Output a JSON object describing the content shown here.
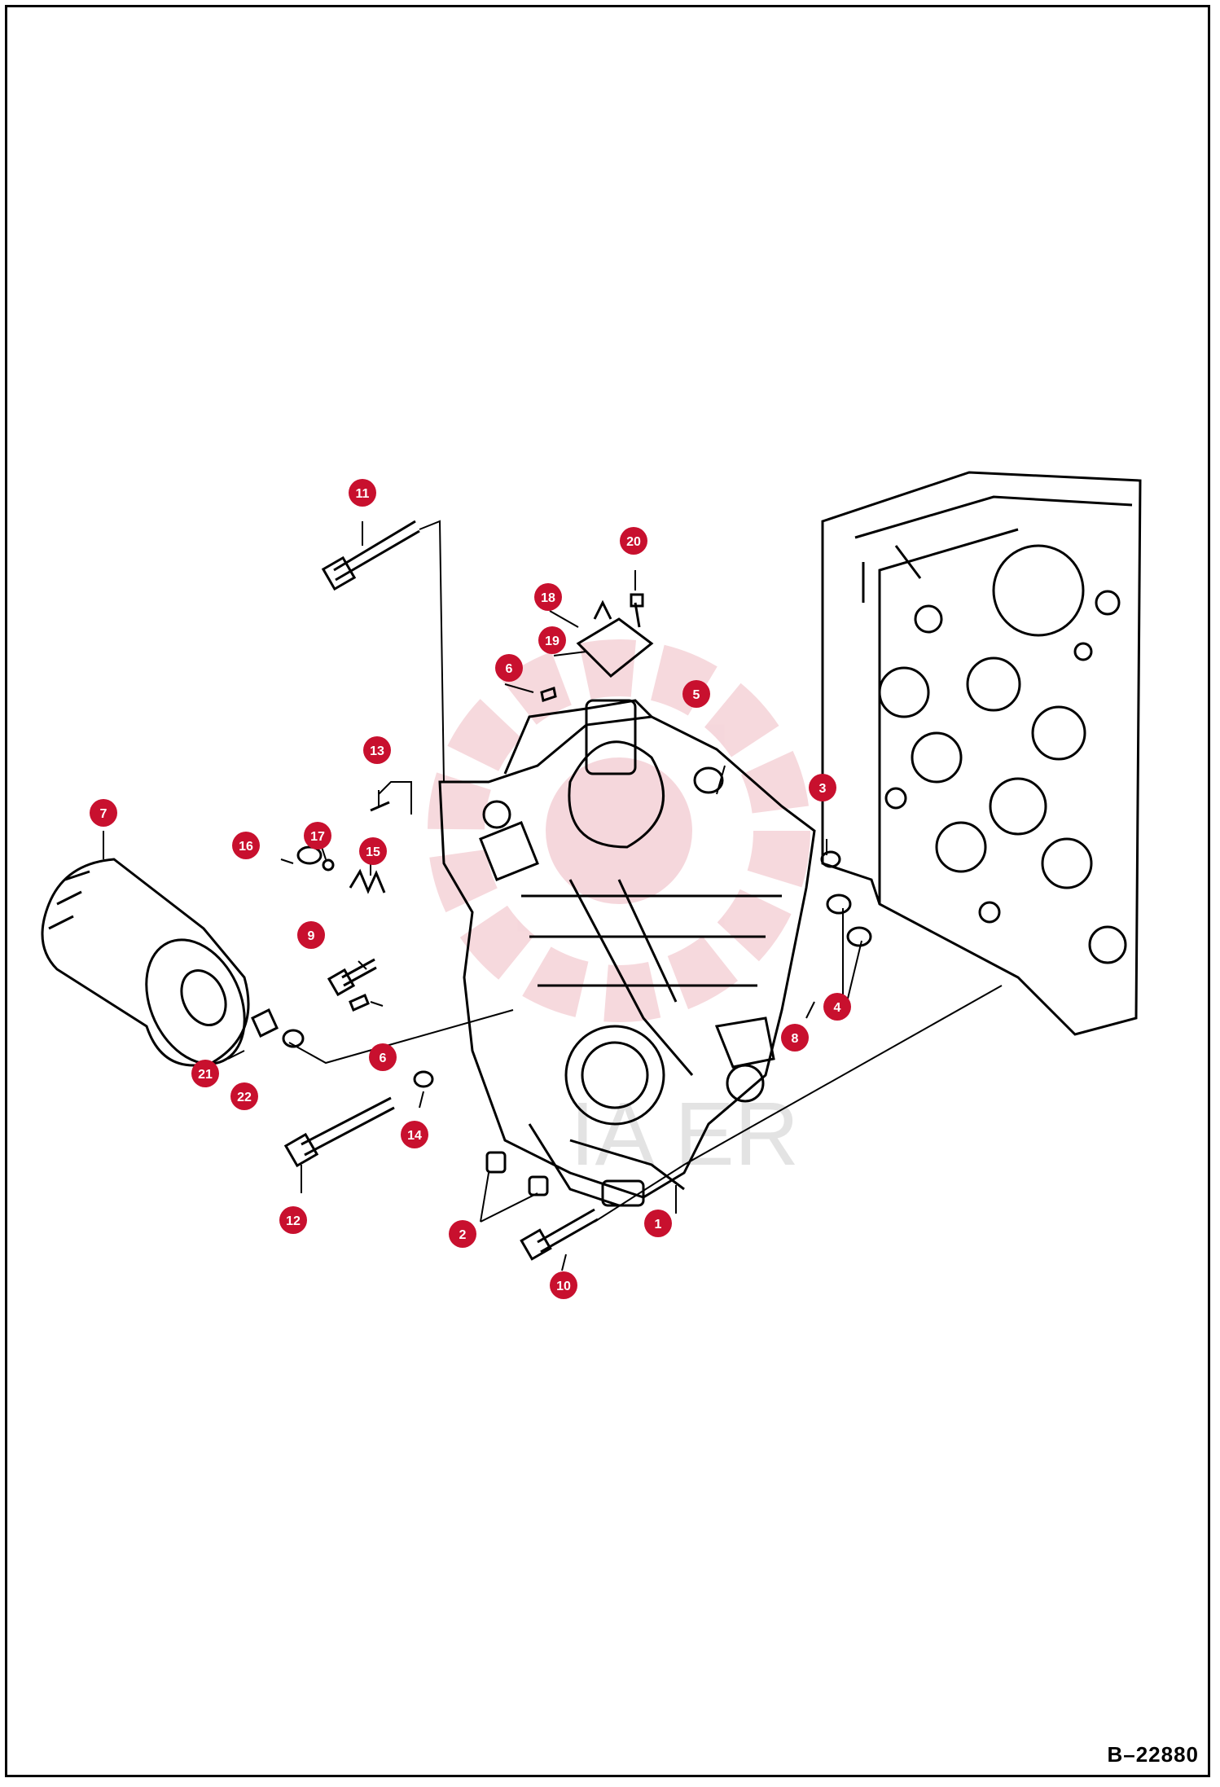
{
  "diagram": {
    "reference_code": "B–22880",
    "watermark_text": "IA ER",
    "callout_color": "#c8102e",
    "callouts": [
      "1",
      "2",
      "3",
      "4",
      "5",
      "6",
      "6",
      "7",
      "8",
      "9",
      "10",
      "11",
      "12",
      "13",
      "14",
      "15",
      "16",
      "17",
      "18",
      "19",
      "20",
      "21",
      "22"
    ]
  }
}
